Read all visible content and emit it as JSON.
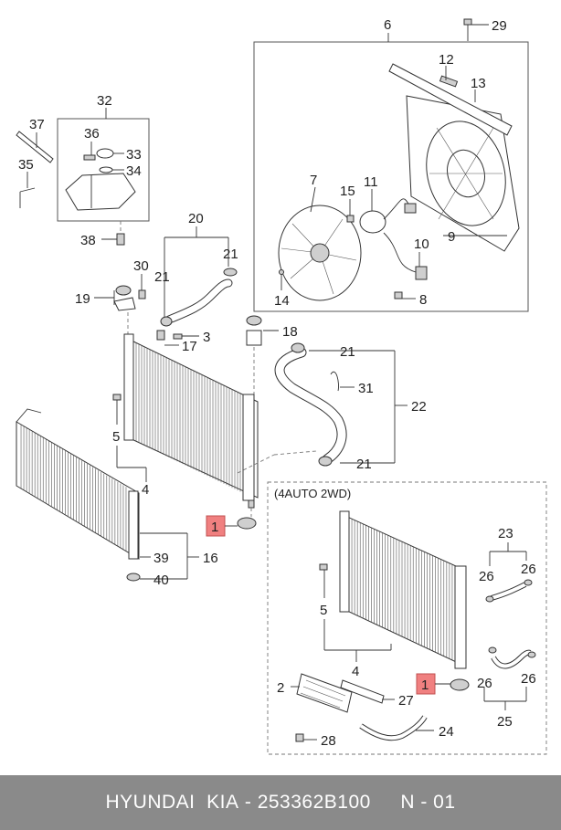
{
  "footer": {
    "brand": "HYUNDAI  KIA",
    "separator": " - ",
    "part_number": "253362B100",
    "page": "N - 01"
  },
  "inset_label": "(4AUTO 2WD)",
  "highlight_color": "#f08080",
  "labels": {
    "l29": "29",
    "l6": "6",
    "l12": "12",
    "l13": "13",
    "l32": "32",
    "l37": "37",
    "l36": "36",
    "l33": "33",
    "l34": "34",
    "l35": "35",
    "l38": "38",
    "l7": "7",
    "l15": "15",
    "l11": "11",
    "l10": "10",
    "l9": "9",
    "l14": "14",
    "l8": "8",
    "l20": "20",
    "l21a": "21",
    "l21b": "21",
    "l30": "30",
    "l19": "19",
    "l3": "3",
    "l17": "17",
    "l18": "18",
    "l21c": "21",
    "l31": "31",
    "l22": "22",
    "l21d": "21",
    "l5a": "5",
    "l4a": "4",
    "l1a": "1",
    "l39": "39",
    "l16": "16",
    "l40": "40",
    "l23": "23",
    "l26a": "26",
    "l26b": "26",
    "l5b": "5",
    "l4b": "4",
    "l2": "2",
    "l1b": "1",
    "l26c": "26",
    "l26d": "26",
    "l27": "27",
    "l25": "25",
    "l28": "28",
    "l24": "24"
  }
}
